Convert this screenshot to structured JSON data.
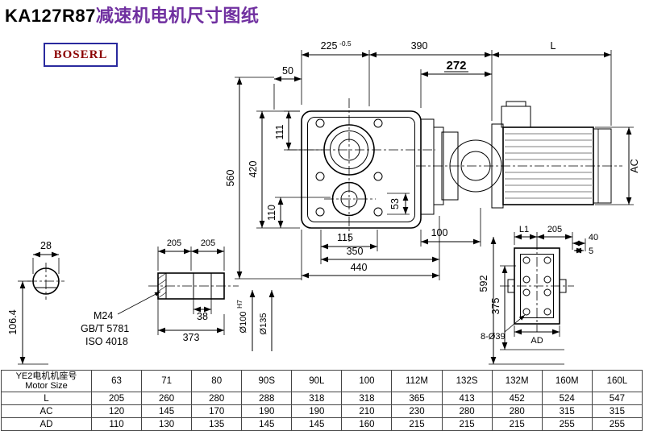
{
  "page": {
    "title_model": "KA127R87",
    "title_suffix": "减速机电机尺寸图纸",
    "logo": "BOSERL"
  },
  "dims": {
    "d225": "225",
    "d225_tol": "-0.5",
    "d390": "390",
    "d272": "272",
    "dL": "L",
    "d50": "50",
    "d111": "111",
    "d560": "560",
    "d420": "420",
    "d110": "110",
    "d53": "53",
    "d115": "115",
    "d100": "100",
    "d350": "350",
    "d440": "440",
    "dAC": "AC",
    "d28": "28",
    "d106": "106.4",
    "d205a": "205",
    "d205b": "205",
    "d38": "38",
    "d373": "373",
    "m24": "M24",
    "gb": "GB/T 5781",
    "iso": "ISO 4018",
    "dia100": "Ø100",
    "dia100_fit": "H7",
    "dia135": "Ø135",
    "dL1": "L1",
    "d205s": "205",
    "d40": "40",
    "d5": "5",
    "d592": "592",
    "d375": "375",
    "bolts": "8-Ø39",
    "dAD": "AD"
  },
  "table": {
    "header_cn": "YE2电机机座号",
    "header_en": "Motor Size",
    "sizes": [
      "63",
      "71",
      "80",
      "90S",
      "90L",
      "100",
      "112M",
      "132S",
      "132M",
      "160M",
      "160L"
    ],
    "rows": [
      {
        "label": "L",
        "values": [
          "205",
          "260",
          "280",
          "288",
          "318",
          "318",
          "365",
          "413",
          "452",
          "524",
          "547"
        ]
      },
      {
        "label": "AC",
        "values": [
          "120",
          "145",
          "170",
          "190",
          "190",
          "210",
          "230",
          "280",
          "280",
          "315",
          "315"
        ]
      },
      {
        "label": "AD",
        "values": [
          "110",
          "130",
          "135",
          "145",
          "145",
          "160",
          "215",
          "215",
          "215",
          "255",
          "255"
        ]
      }
    ]
  }
}
